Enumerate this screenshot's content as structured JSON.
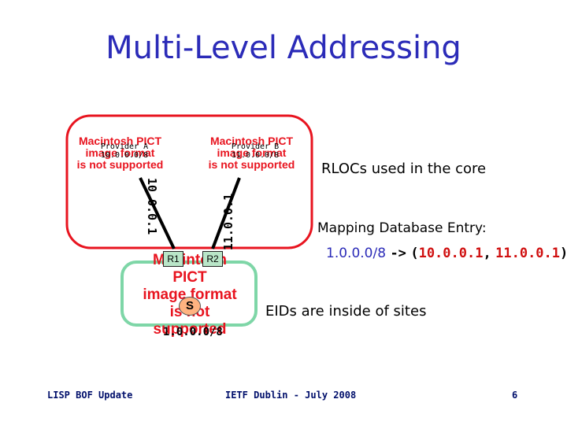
{
  "title": "Multi-Level Addressing",
  "placeholder_pict": {
    "line1": "Macintosh PICT",
    "line2": "image format",
    "line3": "is not supported"
  },
  "providers": [
    {
      "name": "Provider A",
      "prefix": "10.0.0.0/8"
    },
    {
      "name": "Provider B",
      "prefix": "11.0.0.0/8"
    }
  ],
  "rlocs": {
    "left": "10.0.0.1",
    "right": "11.0.0.1"
  },
  "routers": {
    "r1": "R1",
    "r2": "R2"
  },
  "host": "S",
  "site_prefix": "1.0.0.0/8",
  "labels": {
    "rlocs_core": "RLOCs used in the core",
    "mapping_title": "Mapping Database Entry:",
    "mapping_prefix": "1.0.0.0/8",
    "mapping_arrow": "->",
    "mapping_open": "(",
    "mapping_rloc1": "10.0.0.1",
    "mapping_sep": ",",
    "mapping_rloc2": "11.0.0.1",
    "mapping_close": ")",
    "eids": "EIDs are inside of sites"
  },
  "footer": {
    "left": "LISP BOF Update",
    "center": "IETF Dublin - July 2008",
    "page": "6"
  },
  "colors": {
    "title": "#2b2bb8",
    "core_border": "#e8141f",
    "site_border": "#7ed6a7",
    "rloc_text": "#d01010",
    "pict_text": "#e8141f"
  }
}
